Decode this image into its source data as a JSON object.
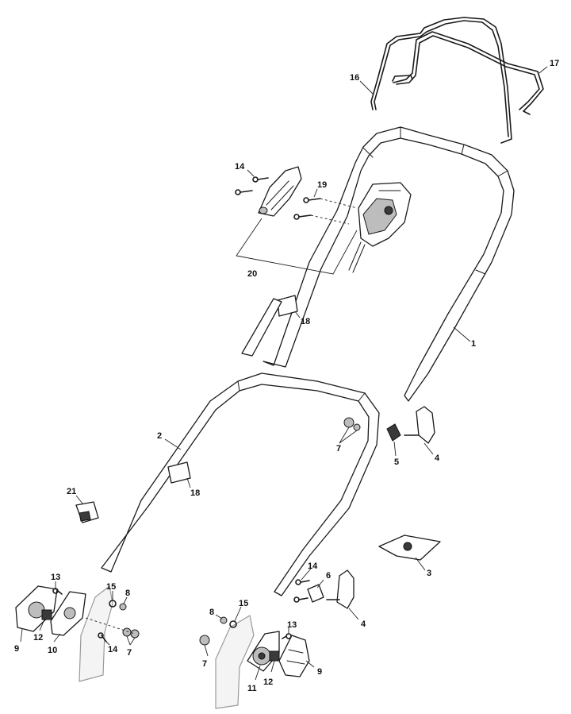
{
  "callouts": [
    {
      "id": "c1",
      "text": "1"
    },
    {
      "id": "c2",
      "text": "2"
    },
    {
      "id": "c3",
      "text": "3"
    },
    {
      "id": "c4a",
      "text": "4"
    },
    {
      "id": "c4b",
      "text": "4"
    },
    {
      "id": "c5",
      "text": "5"
    },
    {
      "id": "c6",
      "text": "6"
    },
    {
      "id": "c7a",
      "text": "7"
    },
    {
      "id": "c7b",
      "text": "7"
    },
    {
      "id": "c7c",
      "text": "7"
    },
    {
      "id": "c8a",
      "text": "8"
    },
    {
      "id": "c8b",
      "text": "8"
    },
    {
      "id": "c9a",
      "text": "9"
    },
    {
      "id": "c9b",
      "text": "9"
    },
    {
      "id": "c10",
      "text": "10"
    },
    {
      "id": "c11",
      "text": "11"
    },
    {
      "id": "c12a",
      "text": "12"
    },
    {
      "id": "c12b",
      "text": "12"
    },
    {
      "id": "c13a",
      "text": "13"
    },
    {
      "id": "c13b",
      "text": "13"
    },
    {
      "id": "c14a",
      "text": "14"
    },
    {
      "id": "c14b",
      "text": "14"
    },
    {
      "id": "c14c",
      "text": "14"
    },
    {
      "id": "c15a",
      "text": "15"
    },
    {
      "id": "c15b",
      "text": "15"
    },
    {
      "id": "c16",
      "text": "16"
    },
    {
      "id": "c17",
      "text": "17"
    },
    {
      "id": "c18a",
      "text": "18"
    },
    {
      "id": "c18b",
      "text": "18"
    },
    {
      "id": "c19",
      "text": "19"
    },
    {
      "id": "c20",
      "text": "20"
    },
    {
      "id": "c21",
      "text": "21"
    }
  ]
}
